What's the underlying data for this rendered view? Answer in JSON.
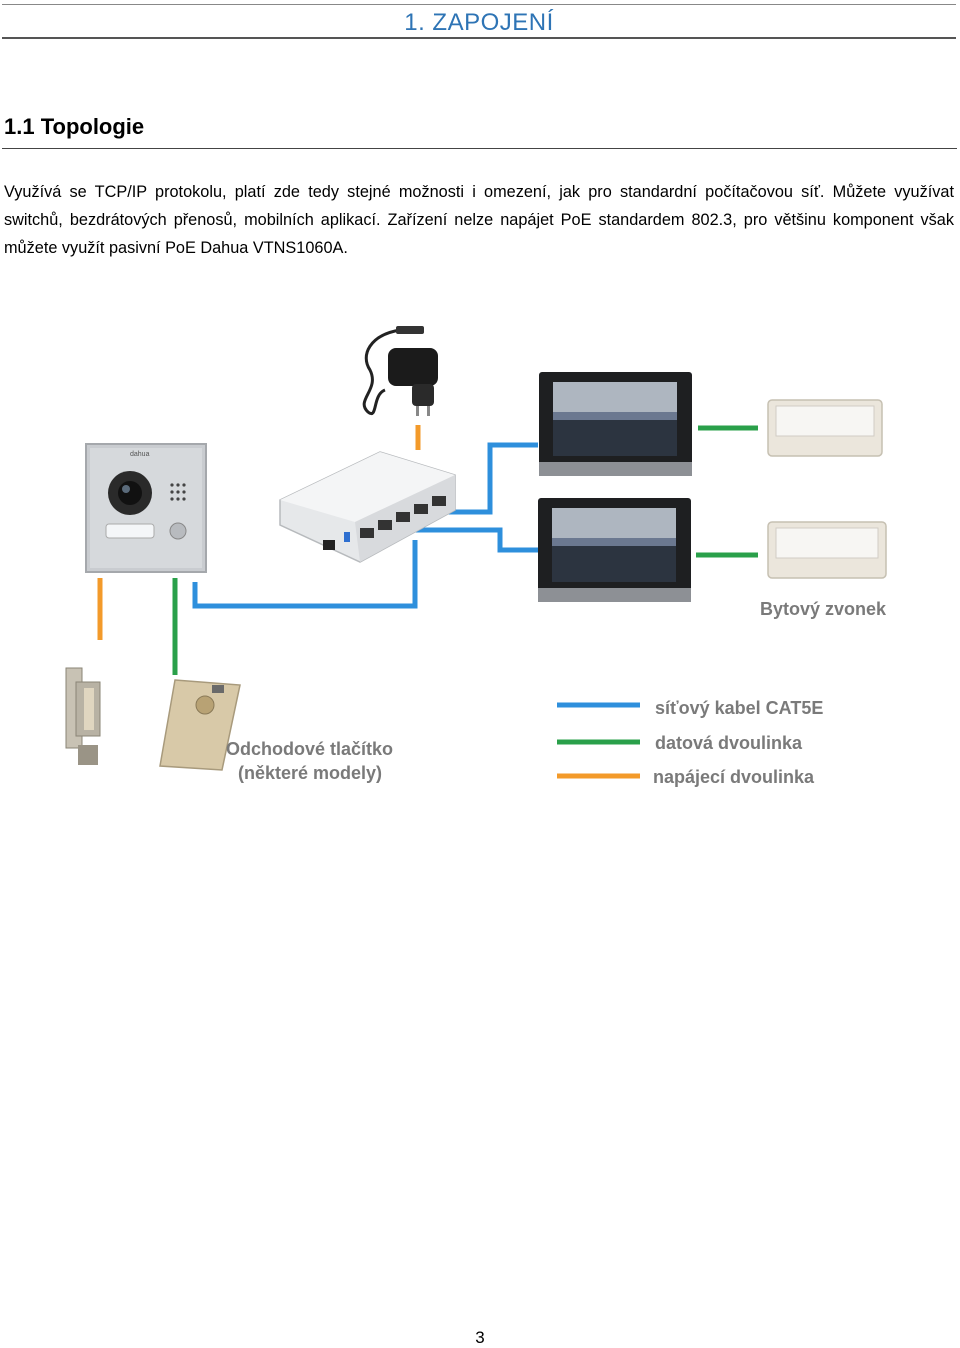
{
  "document": {
    "chapter_title": "1. ZAPOJENÍ",
    "section_title": "1.1  Topologie",
    "paragraph": "Využívá se TCP/IP protokolu, platí zde tedy stejné možnosti i omezení, jak pro standardní počítačovou síť. Můžete využívat switchů, bezdrátových přenosů, mobilních aplikací. Zařízení nelze napájet PoE standardem 802.3, pro většinu komponent však můžete využít pasivní PoE Dahua VTNS1060A.",
    "page_number": "3"
  },
  "diagram": {
    "exit_button_label_1": "Odchodové tlačítko",
    "exit_button_label_2": "(některé modely)",
    "doorbell_label": "Bytový zvonek",
    "legend": [
      {
        "label": "síťový kabel CAT5E",
        "color": "#2e8fdc"
      },
      {
        "label": "datová dvoulinka",
        "color": "#2aa04a"
      },
      {
        "label": "napájecí dvoulinka",
        "color": "#f39a2a"
      }
    ]
  }
}
